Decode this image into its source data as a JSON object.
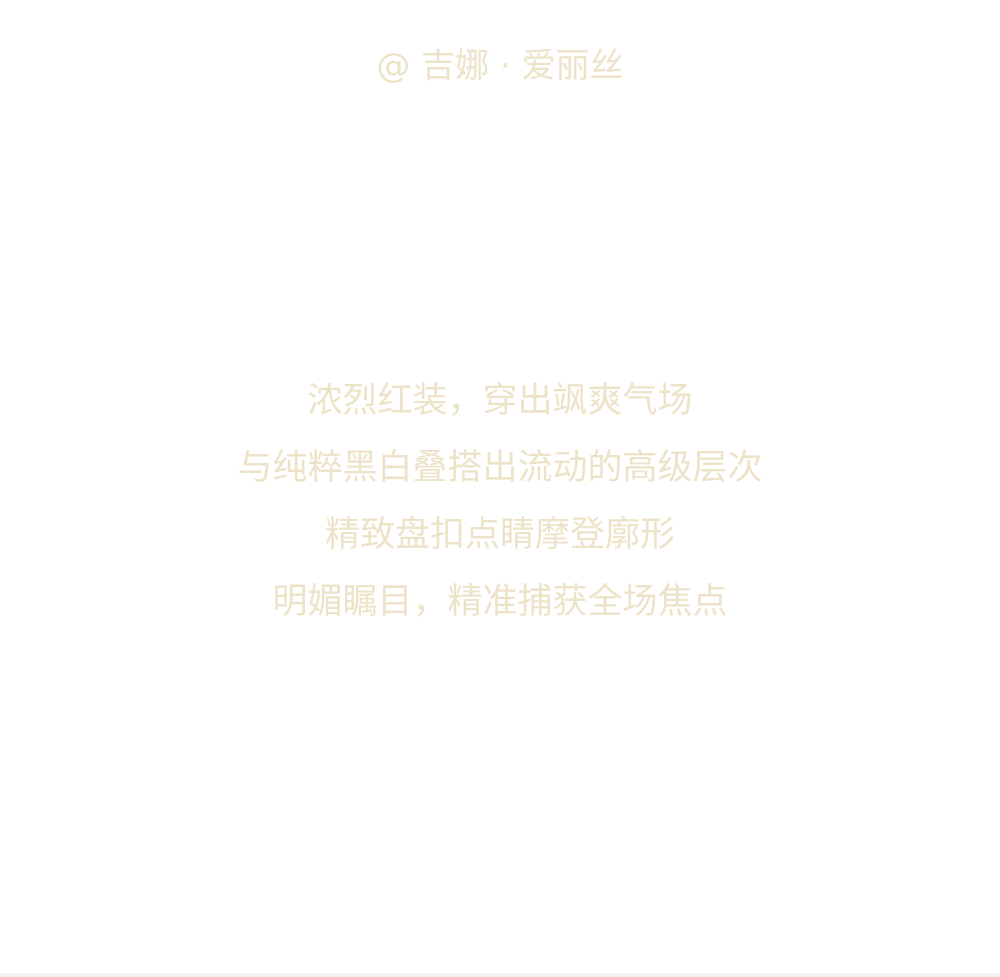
{
  "header": {
    "credit": "@ 吉娜 · 爱丽丝"
  },
  "poem": {
    "lines": [
      "浓烈红装，穿出飒爽气场",
      "与纯粹黑白叠搭出流动的高级层次",
      "精致盘扣点睛摩登廓形",
      "明媚瞩目，精准捕获全场焦点"
    ]
  },
  "colors": {
    "text": "#ede3c8",
    "background": "#ffffff"
  }
}
